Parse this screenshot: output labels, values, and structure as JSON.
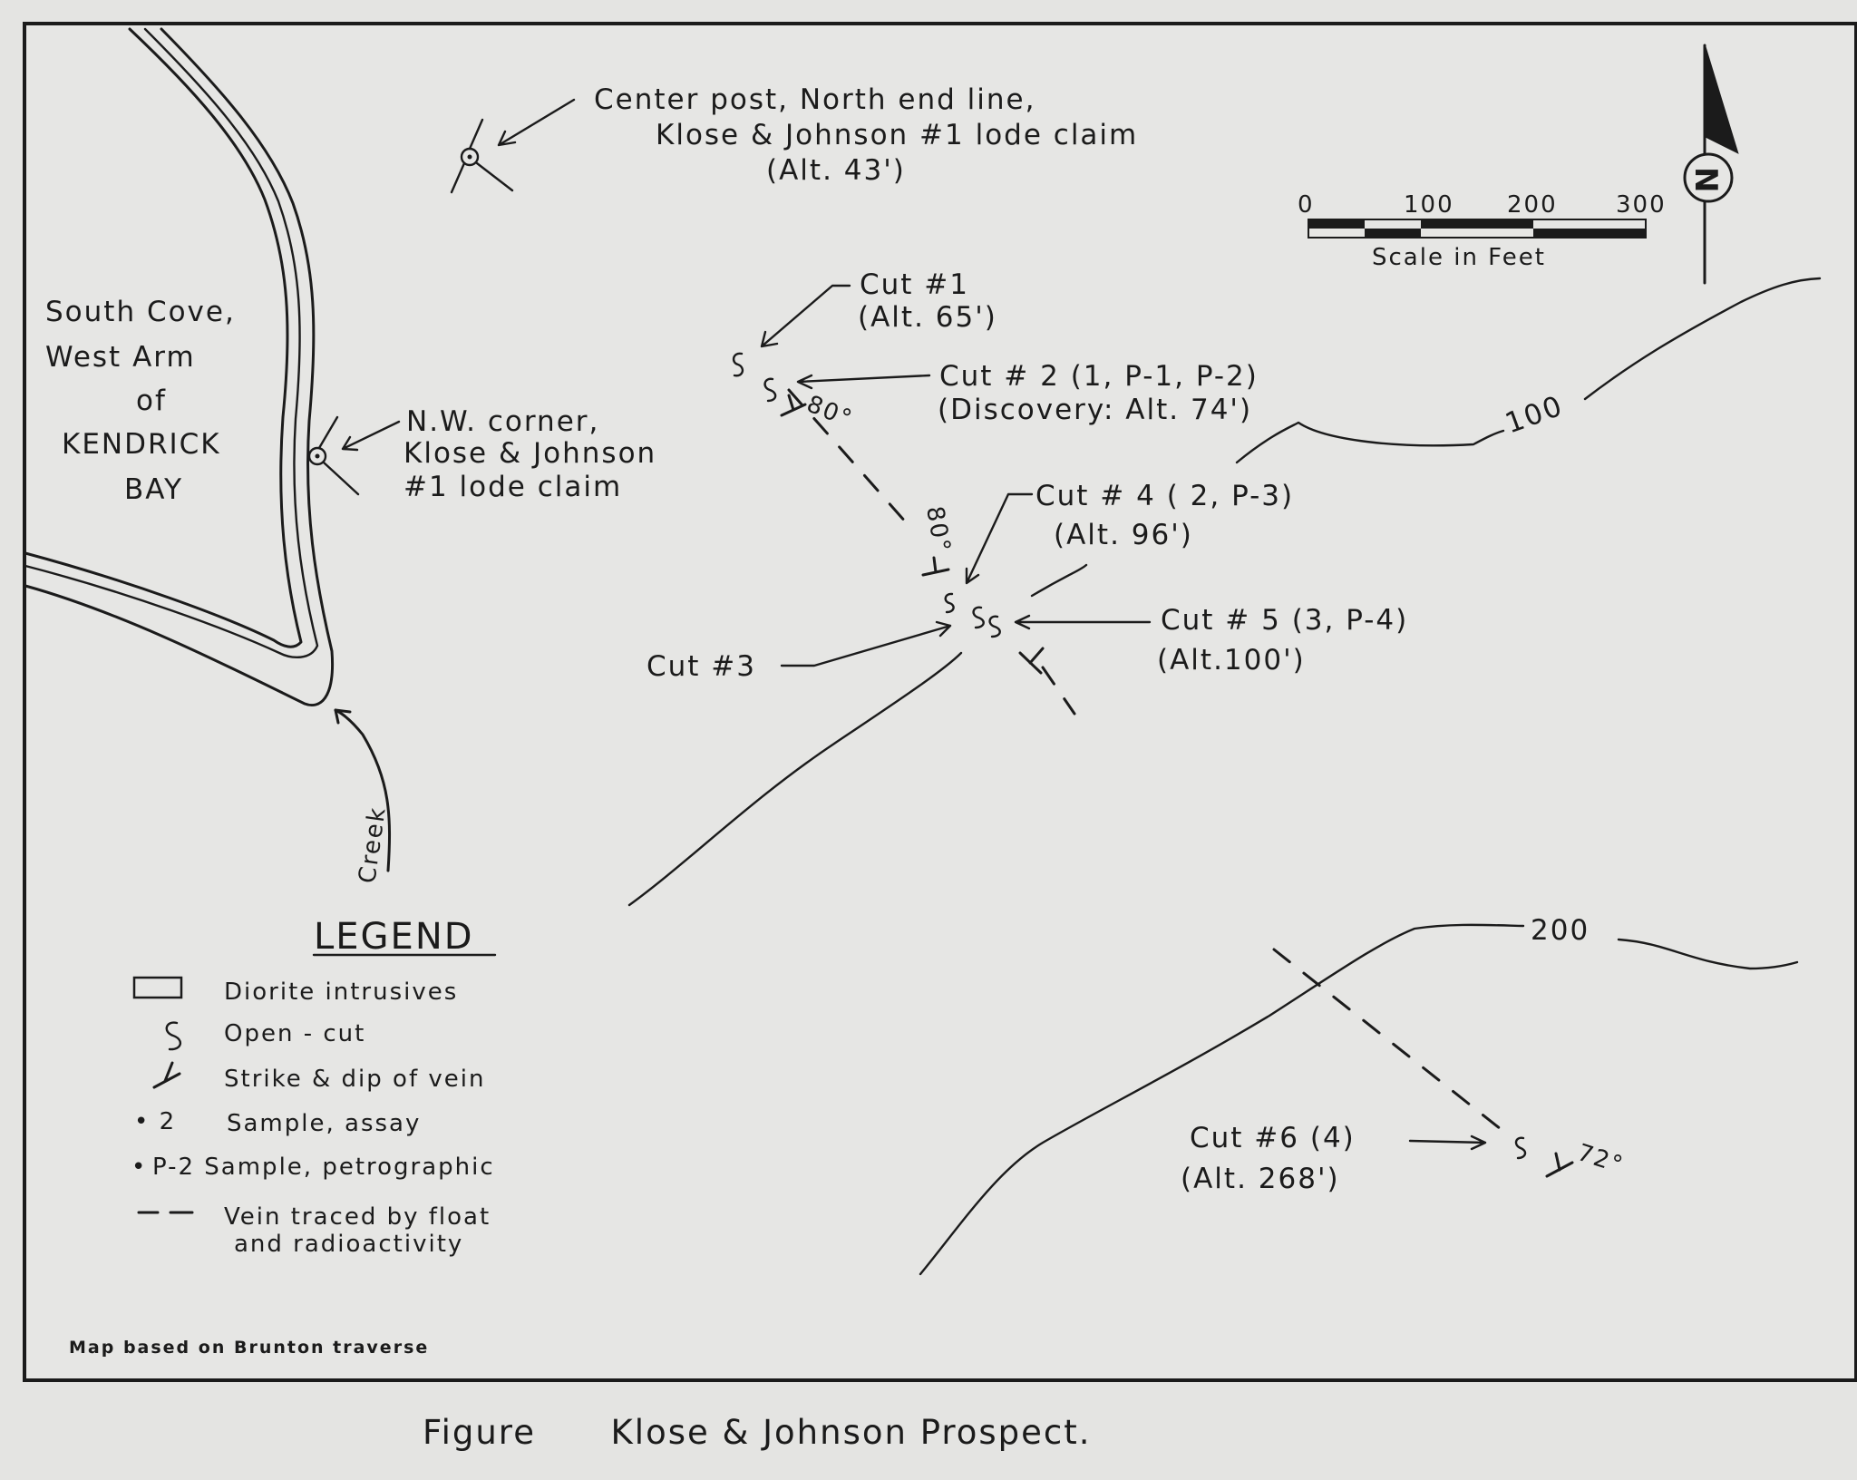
{
  "figure": {
    "caption": "Figure      Klose & Johnson Prospect.",
    "note": "Map based on Brunton traverse"
  },
  "water": {
    "label_lines": [
      "South Cove,",
      "West Arm",
      "of",
      "KENDRICK",
      "BAY"
    ],
    "creek_label": "Creek"
  },
  "points": {
    "center_post": [
      "Center post, North end line,",
      "Klose & Johnson #1 lode claim",
      "(Alt. 43')"
    ],
    "nw_corner": [
      "N.W. corner,",
      "Klose & Johnson",
      "#1 lode claim"
    ]
  },
  "cuts": {
    "cut1": [
      "Cut #1",
      "(Alt. 65')"
    ],
    "cut2": [
      "Cut # 2  (1, P-1, P-2)",
      "(Discovery: Alt. 74')"
    ],
    "cut3": [
      "Cut #3"
    ],
    "cut4": [
      "Cut # 4  ( 2, P-3)",
      "(Alt. 96')"
    ],
    "cut5": [
      "Cut # 5 (3, P-4)",
      "(Alt.100')"
    ],
    "cut6": [
      "Cut #6 (4)",
      "(Alt. 268')"
    ]
  },
  "dips": {
    "dip_cut2": "80°",
    "dip_cut4": "80°",
    "dip_cut6": "72°"
  },
  "contours": {
    "c100": "100",
    "c200": "200"
  },
  "scale": {
    "ticks": [
      "0",
      "100",
      "200",
      "300"
    ],
    "label": "Scale   in   Feet"
  },
  "north": {
    "label": "N"
  },
  "legend": {
    "title": "LEGEND",
    "items": [
      "Diorite   intrusives",
      "Open - cut",
      "Strike  &  dip  of  vein",
      "Sample,  assay",
      "P-2  Sample,  petrographic",
      "Vein   traced   by   float",
      "and    radioactivity"
    ],
    "assay_symbol": "• 2",
    "petro_symbol": "•"
  }
}
